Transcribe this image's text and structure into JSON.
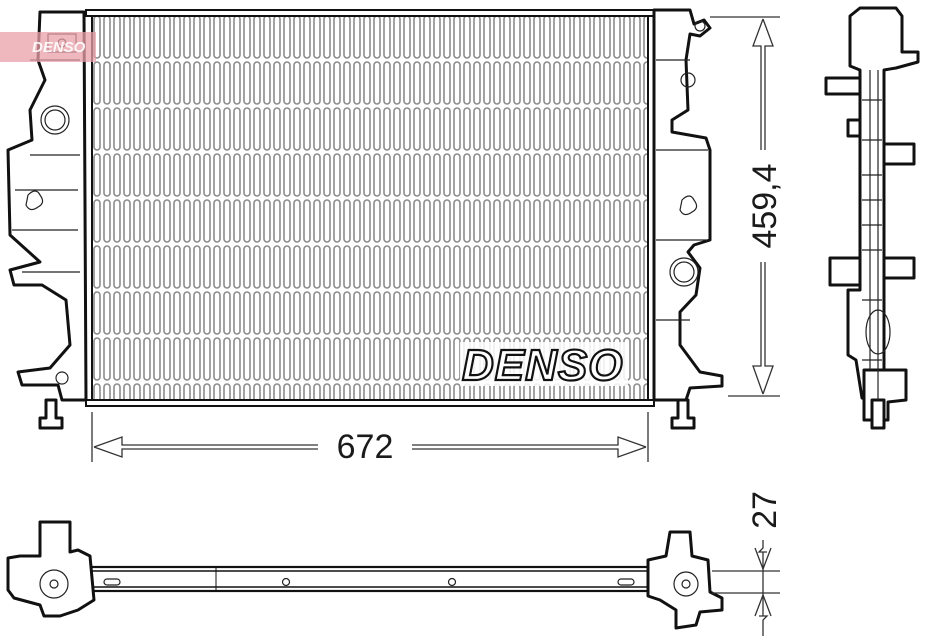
{
  "drawing": {
    "title": "Radiator technical drawing",
    "brand_logo": "DENSO",
    "watermark": "DENSO",
    "watermark_color": "#e8a0a8",
    "line_color": "#111111",
    "fin_color": "#9a9a9a"
  },
  "dimensions": {
    "width": {
      "value": "672",
      "unit": "mm",
      "orientation": "horizontal"
    },
    "height": {
      "value": "459,4",
      "unit": "mm",
      "orientation": "vertical"
    },
    "depth": {
      "value": "27",
      "unit": "mm",
      "orientation": "vertical"
    }
  },
  "views": [
    {
      "name": "front-view"
    },
    {
      "name": "side-view"
    },
    {
      "name": "top-view"
    }
  ]
}
